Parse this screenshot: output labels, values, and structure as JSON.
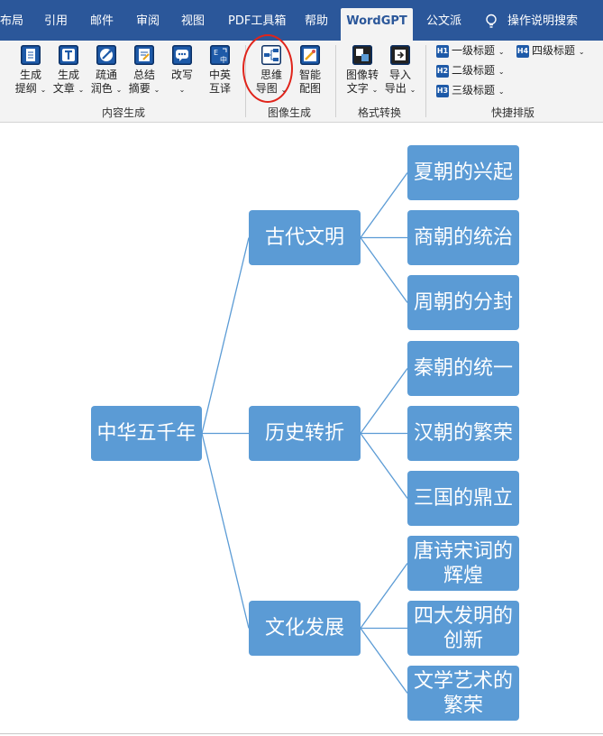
{
  "tabs": [
    {
      "label": "布局"
    },
    {
      "label": "引用"
    },
    {
      "label": "邮件"
    },
    {
      "label": "审阅"
    },
    {
      "label": "视图"
    },
    {
      "label": "PDF工具箱"
    },
    {
      "label": "帮助"
    },
    {
      "label": "WordGPT",
      "active": true
    },
    {
      "label": "公文派"
    },
    {
      "label": "操作说明搜索"
    }
  ],
  "ribbon": {
    "content_group": {
      "label": "内容生成",
      "buttons": [
        {
          "line1": "生成",
          "line2": "提纲",
          "icon": "outline-icon",
          "dropdown": true
        },
        {
          "line1": "生成",
          "line2": "文章",
          "icon": "article-icon",
          "dropdown": true
        },
        {
          "line1": "疏通",
          "line2": "润色",
          "icon": "polish-icon",
          "dropdown": true
        },
        {
          "line1": "总结",
          "line2": "摘要",
          "icon": "summary-icon",
          "dropdown": true
        },
        {
          "line1": "改写",
          "line2": "",
          "icon": "rewrite-icon",
          "dropdown": true
        },
        {
          "line1": "中英",
          "line2": "互译",
          "icon": "translate-icon",
          "dropdown": false
        }
      ]
    },
    "image_group": {
      "label": "图像生成",
      "buttons": [
        {
          "line1": "思维",
          "line2": "导图",
          "icon": "mindmap-icon",
          "dropdown": true
        },
        {
          "line1": "智能",
          "line2": "配图",
          "icon": "smart-image-icon",
          "dropdown": false
        }
      ]
    },
    "format_group": {
      "label": "格式转换",
      "buttons": [
        {
          "line1": "图像转",
          "line2": "文字",
          "icon": "image-to-text-icon",
          "dropdown": true
        },
        {
          "line1": "导入",
          "line2": "导出",
          "icon": "import-export-icon",
          "dropdown": true
        }
      ]
    },
    "layout_group": {
      "label": "快捷排版",
      "buttons": [
        {
          "tag": "H1",
          "label": "一级标题"
        },
        {
          "tag": "H4",
          "label": "四级标题"
        },
        {
          "tag": "H2",
          "label": "二级标题"
        },
        {
          "tag": "H3",
          "label": "三级标题"
        }
      ]
    }
  },
  "mindmap": {
    "root": "中华五千年",
    "branches": [
      {
        "label": "古代文明",
        "children": [
          "夏朝的兴起",
          "商朝的统治",
          "周朝的分封"
        ]
      },
      {
        "label": "历史转折",
        "children": [
          "秦朝的统一",
          "汉朝的繁荣",
          "三国的鼎立"
        ]
      },
      {
        "label": "文化发展",
        "children": [
          "唐诗宋词的辉煌",
          "四大发明的创新",
          "文学艺术的繁荣"
        ]
      }
    ],
    "colors": {
      "node": "#5b9bd5",
      "connector": "#5b9bd5",
      "text": "#ffffff",
      "tabbar": "#2b579a",
      "highlight_circle": "#e0241b"
    }
  }
}
